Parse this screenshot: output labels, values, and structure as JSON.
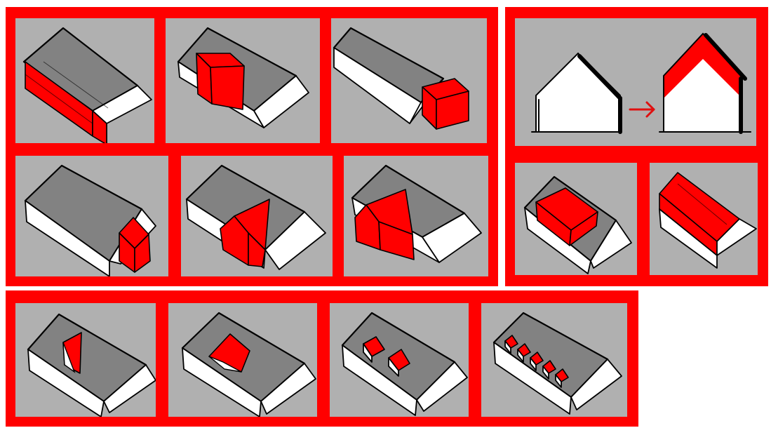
{
  "groups": [
    {
      "name": "extensions",
      "variants": [
        "full-side-extension",
        "box-extension",
        "gable-end-extension",
        "lean-to-gable-extension",
        "gabled-front-extension",
        "angled-gabled-extension"
      ]
    },
    {
      "name": "roof-raise",
      "variants": [
        "roof-raise-elevation",
        "dormer-block",
        "full-roof-raise"
      ]
    },
    {
      "name": "dormers",
      "variants": [
        "triangular-dormer",
        "hipped-dormer",
        "two-small-dormers",
        "five-small-dormers"
      ]
    }
  ],
  "colors": {
    "frame": "#ff0000",
    "panel": "#b0b0b0",
    "roof": "#828282",
    "wall": "#ffffff",
    "highlight": "#ff0000",
    "arrow": "#e01010"
  }
}
